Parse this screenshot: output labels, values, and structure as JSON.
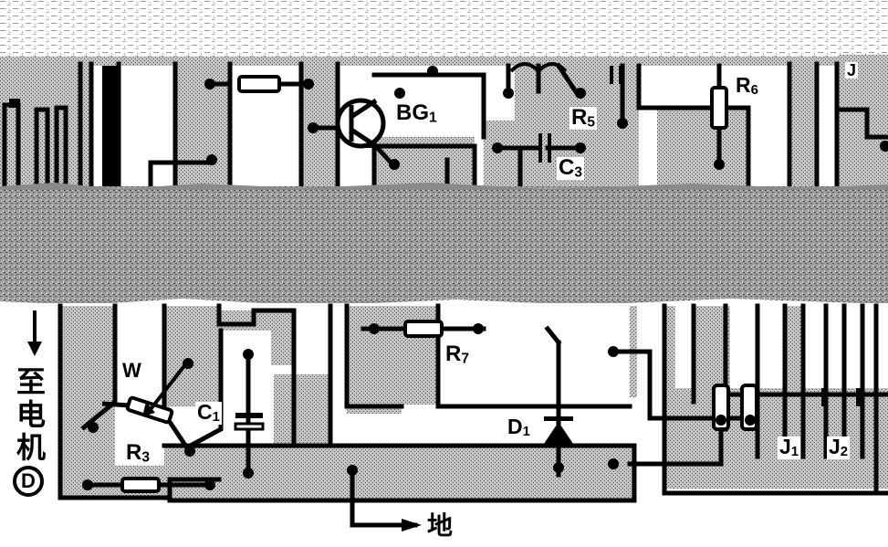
{
  "colors": {
    "ink": "#000000",
    "paper": "#ffffff",
    "copper": "#bdbdbd",
    "band": "#9a9a9a",
    "dots": "#cfcfcf"
  },
  "labels": {
    "bg1": {
      "main": "BG",
      "sub": "1"
    },
    "r5": {
      "main": "R",
      "sub": "5"
    },
    "r6": {
      "main": "R",
      "sub": "6"
    },
    "c3": {
      "main": "C",
      "sub": "3"
    },
    "j_top": {
      "main": "J"
    },
    "w": {
      "main": "W"
    },
    "c1": {
      "main": "C",
      "sub": "1"
    },
    "r3": {
      "main": "R",
      "sub": "3"
    },
    "r7": {
      "main": "R",
      "sub": "7"
    },
    "d1": {
      "main": "D",
      "sub": "1"
    },
    "j1": {
      "main": "J",
      "sub": "1"
    },
    "j2": {
      "main": "J",
      "sub": "2"
    },
    "motor_text": [
      "至",
      "电",
      "机"
    ],
    "motor_symbol": "D",
    "ground_text": "地"
  }
}
